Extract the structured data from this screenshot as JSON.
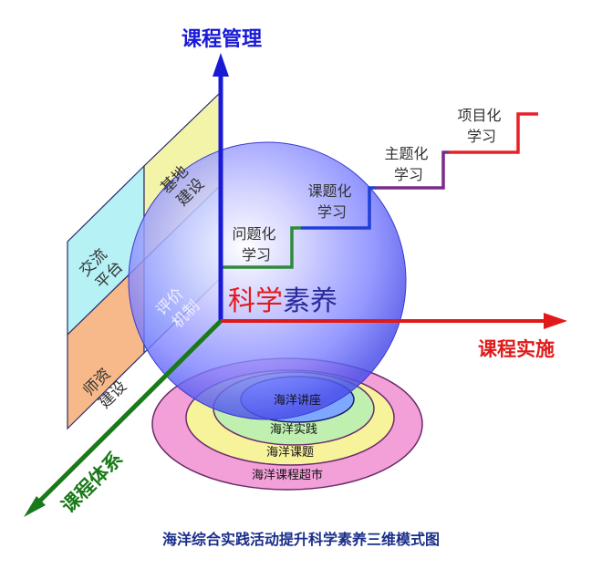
{
  "axes": {
    "vertical": "课程管理",
    "horizontal": "课程实施",
    "diagonal": "课程体系"
  },
  "center": {
    "prefix": "科学",
    "suffix": "素养"
  },
  "panels": {
    "top_outer": [
      "交流",
      "平台"
    ],
    "top_inner": [
      "基地",
      "建设"
    ],
    "bottom_outer": [
      "师资",
      "建设"
    ],
    "bottom_inner": [
      "评价",
      "机制"
    ]
  },
  "steps": [
    {
      "lines": [
        "问题化",
        "学习"
      ],
      "color": "#2e8b3a"
    },
    {
      "lines": [
        "课题化",
        "学习"
      ],
      "color": "#1f3fd6"
    },
    {
      "lines": [
        "主题化",
        "学习"
      ],
      "color": "#7a2a8a"
    },
    {
      "lines": [
        "项目化",
        "学习"
      ],
      "color": "#e8202a"
    }
  ],
  "rings": [
    "海洋讲座",
    "海洋实践",
    "海洋课题",
    "海洋课程超市"
  ],
  "caption": "海洋综合实践活动提升科学素养三维模式图",
  "colors": {
    "vertical_axis": "#1a1ad6",
    "horizontal_axis": "#e01a1a",
    "diagonal_axis": "#1a7a1a",
    "sphere": "#5f63ff"
  }
}
